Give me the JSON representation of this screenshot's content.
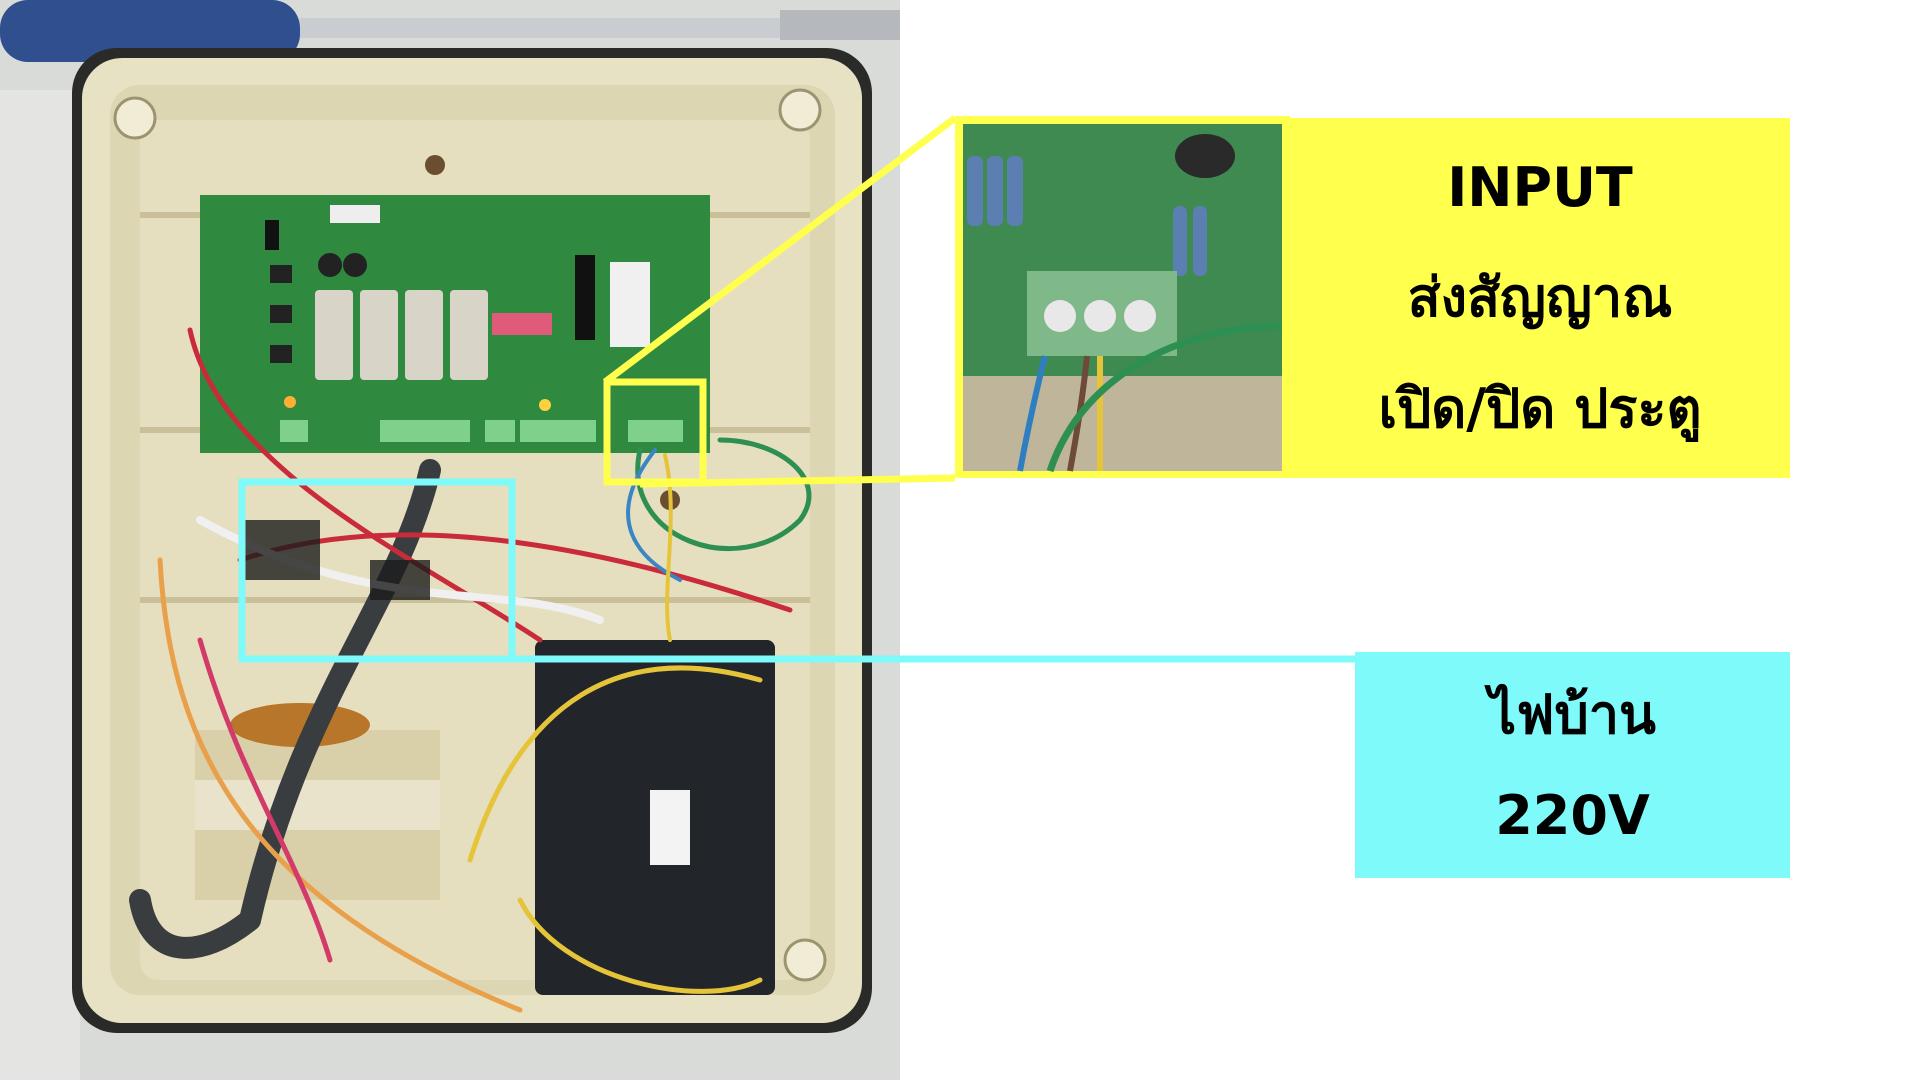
{
  "callouts": {
    "input": {
      "title": "INPUT",
      "line2": "ส่งสัญญาณ",
      "line3": "เปิด/ปิด ประตู",
      "color": "#ffff4d"
    },
    "power": {
      "line1": "ไฟบ้าน",
      "line2": "220V",
      "color": "#7ffafa"
    }
  },
  "photo": {
    "subject": "gate-controller-enclosure",
    "icons": [
      "pcb-board",
      "terminal-block",
      "transformer",
      "black-module-box",
      "wires",
      "screwdriver"
    ]
  }
}
